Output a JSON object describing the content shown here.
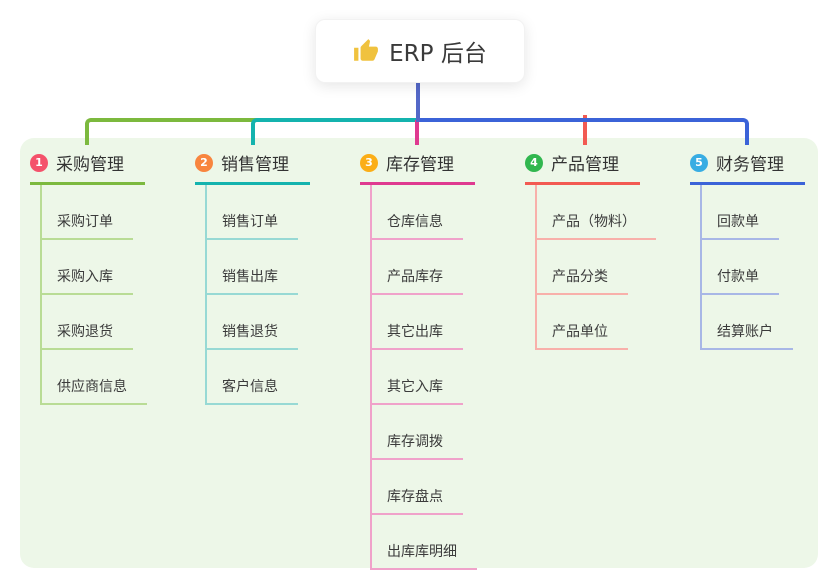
{
  "root": {
    "label": "ERP 后台",
    "icon": "thumbs-up-icon",
    "icon_color": "#f0c23e"
  },
  "panel_color": "#edf7e8",
  "root_line_color": "#5468c8",
  "branches": [
    {
      "num": "1",
      "label": "采购管理",
      "badge_color": "#f4526b",
      "line_color": "#7cb93e",
      "pale_color": "#b9dc95",
      "children": [
        "采购订单",
        "采购入库",
        "采购退货",
        "供应商信息"
      ]
    },
    {
      "num": "2",
      "label": "销售管理",
      "badge_color": "#f8853e",
      "line_color": "#14b3ae",
      "pale_color": "#97d9d4",
      "children": [
        "销售订单",
        "销售出库",
        "销售退货",
        "客户信息"
      ]
    },
    {
      "num": "3",
      "label": "库存管理",
      "badge_color": "#fbae17",
      "line_color": "#df3a90",
      "pale_color": "#f0a2ca",
      "children": [
        "仓库信息",
        "产品库存",
        "其它出库",
        "其它入库",
        "库存调拨",
        "库存盘点",
        "出库库明细"
      ]
    },
    {
      "num": "4",
      "label": "产品管理",
      "badge_color": "#31b74f",
      "line_color": "#f25a52",
      "pale_color": "#f8b0aa",
      "children": [
        "产品（物料）",
        "产品分类",
        "产品单位"
      ]
    },
    {
      "num": "5",
      "label": "财务管理",
      "badge_color": "#38ade3",
      "line_color": "#3b63d8",
      "pale_color": "#a8b7e6",
      "children": [
        "回款单",
        "付款单",
        "结算账户"
      ]
    }
  ]
}
